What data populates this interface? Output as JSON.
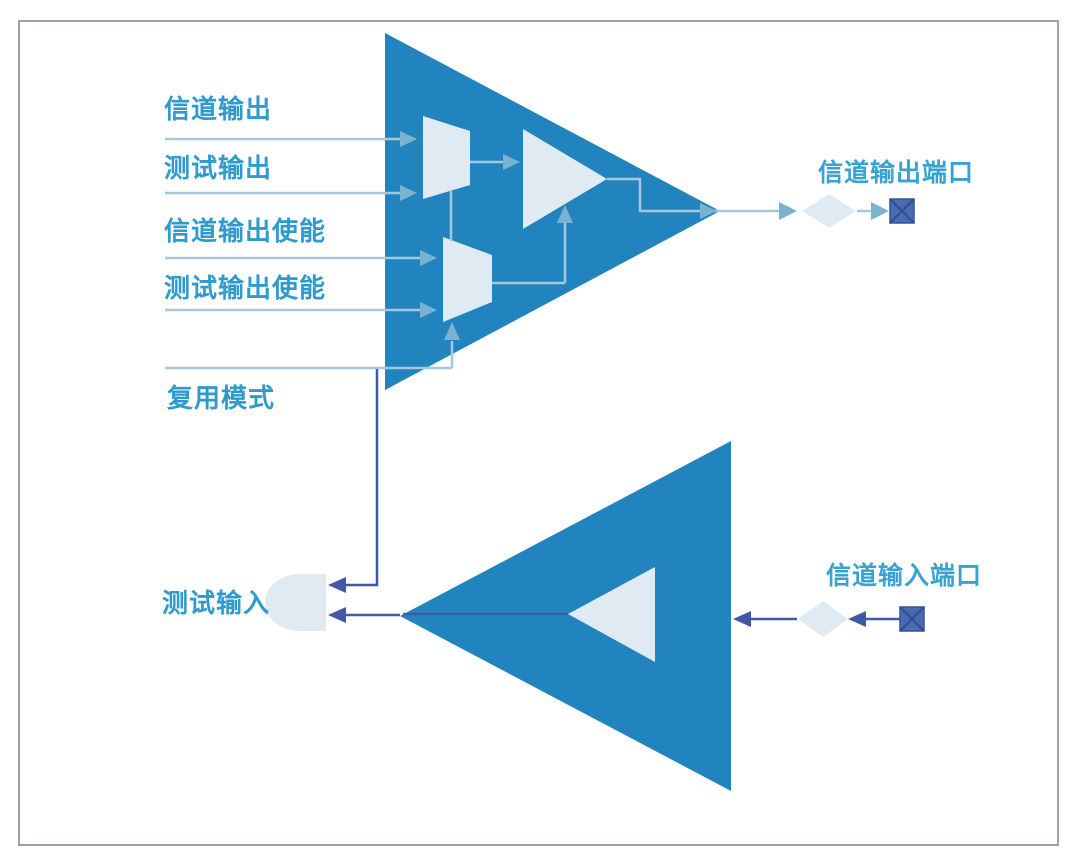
{
  "diagram": {
    "title_hint": "channel output / test multiplexing buffer diagram",
    "inputs": [
      {
        "label": "信道输出"
      },
      {
        "label": "测试输出"
      },
      {
        "label": "信道输出使能"
      },
      {
        "label": "测试输出使能"
      },
      {
        "label": "复用模式"
      }
    ],
    "test_input_label": "测试输入",
    "output_port_label": "信道输出端口",
    "input_port_label": "信道输入端口"
  },
  "colors": {
    "main-blue": "#2184BF",
    "shape-light": "#DFEAF2",
    "wire-light": "#A6C7DA",
    "arrow-light": "#7CB2D1",
    "wire-dark": "#4058A5",
    "square-fill": "#4A6CAE",
    "square-cross": "#2D4D96",
    "square-border": "#33549B",
    "label-teal": "#2E9ACD",
    "port-teal": "#38A2D3",
    "frame-border": "#9AA3A5",
    "page-bg": "#FFFFFF"
  }
}
